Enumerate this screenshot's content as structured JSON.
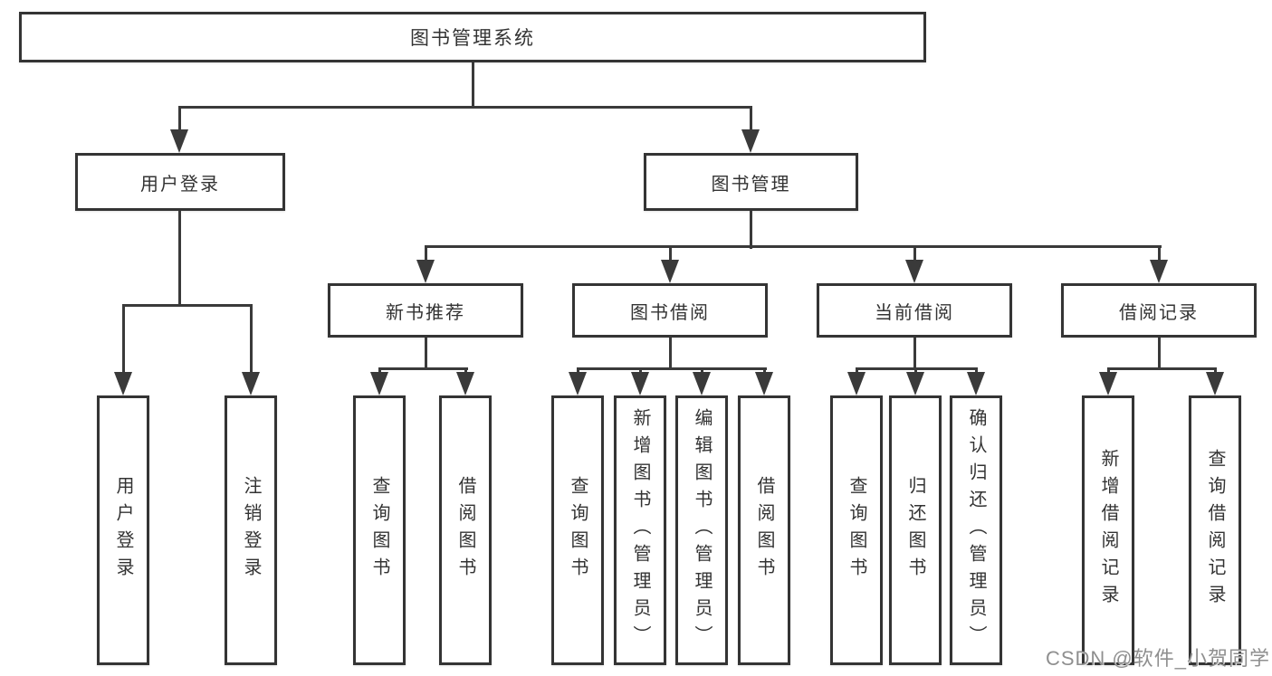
{
  "diagram": {
    "root": "图书管理系统",
    "branches": [
      {
        "label": "用户登录",
        "children": [
          "用户登录",
          "注销登录"
        ]
      },
      {
        "label": "图书管理",
        "children": [
          {
            "label": "新书推荐",
            "children": [
              "查询图书",
              "借阅图书"
            ]
          },
          {
            "label": "图书借阅",
            "children": [
              "查询图书",
              "新增图书（管理员）",
              "编辑图书（管理员）",
              "借阅图书"
            ]
          },
          {
            "label": "当前借阅",
            "children": [
              "查询图书",
              "归还图书",
              "确认归还（管理员）"
            ]
          },
          {
            "label": "借阅记录",
            "children": [
              "新增借阅记录",
              "查询借阅记录"
            ]
          }
        ]
      }
    ]
  },
  "watermark": {
    "text": "CSDN @软件_小贺同学"
  },
  "colors": {
    "line": "#3a3a3a",
    "box_border": "#343434",
    "box_bg": "#ffffff",
    "text": "#333333",
    "watermark": "#8f8f8f",
    "background": "#ffffff"
  }
}
